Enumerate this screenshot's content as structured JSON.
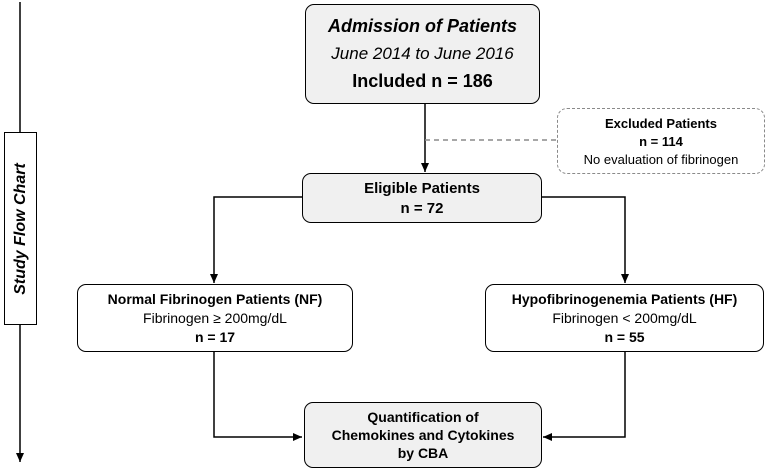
{
  "side_label": "Study Flow Chart",
  "admission": {
    "title": "Admission of Patients",
    "period": "June 2014 to June 2016",
    "included": "Included n = 186"
  },
  "excluded": {
    "title": "Excluded Patients",
    "count": "n = 114",
    "reason": "No evaluation of fibrinogen"
  },
  "eligible": {
    "title": "Eligible Patients",
    "count": "n = 72"
  },
  "normal": {
    "title": "Normal Fibrinogen Patients (NF)",
    "criterion": "Fibrinogen ≥ 200mg/dL",
    "count": "n = 17"
  },
  "hypo": {
    "title": "Hypofibrinogenemia Patients  (HF)",
    "criterion": "Fibrinogen < 200mg/dL",
    "count": "n = 55"
  },
  "quant": {
    "line1": "Quantification of",
    "line2": "Chemokines and Cytokines",
    "line3": "by CBA"
  }
}
